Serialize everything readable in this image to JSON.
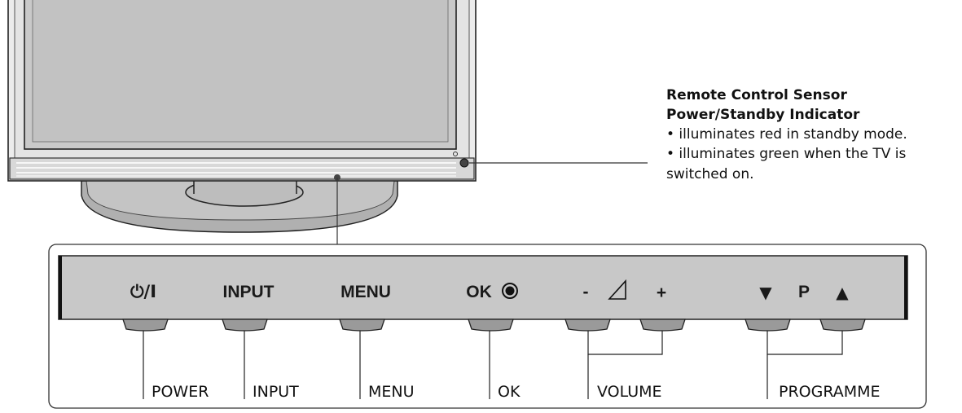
{
  "sensor": {
    "title_line1": "Remote Control Sensor",
    "title_line2": "Power/Standby Indicator",
    "bullet1": "• illuminates red in standby mode.",
    "bullet2": "• illuminates green when the TV is switched on."
  },
  "panel": {
    "power_symbol": "⏻/I",
    "input_text": "INPUT",
    "menu_text": "MENU",
    "ok_text": "OK",
    "vol_minus": "-",
    "vol_icon": "◿",
    "vol_plus": "+",
    "prog_down": "▼",
    "prog_p": "P",
    "prog_up": "▲"
  },
  "labels": {
    "power": "POWER",
    "input": "INPUT",
    "menu": "MENU",
    "ok": "OK",
    "volume": "VOLUME",
    "programme": "PROGRAMME"
  },
  "colors": {
    "screen": "#c9c9c9",
    "bezel": "#ececec",
    "panel": "#c8c8c8",
    "stand": "#b5b5b5",
    "button": "#9a9a9a"
  }
}
